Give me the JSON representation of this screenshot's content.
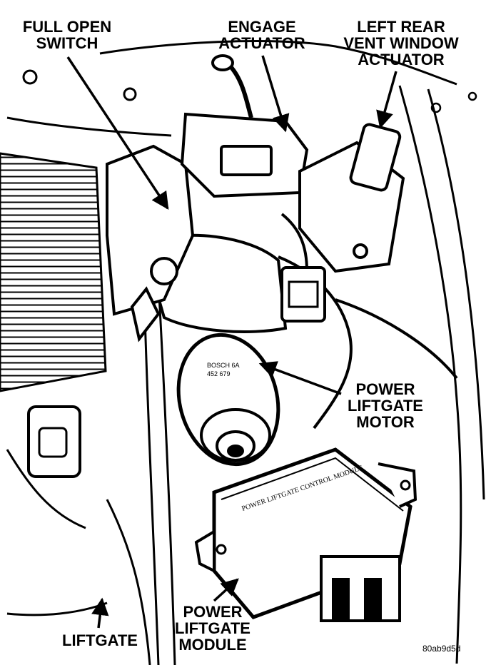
{
  "callouts": {
    "full_open_switch": [
      "FULL OPEN",
      "SWITCH"
    ],
    "engage_actuator": [
      "ENGAGE",
      "ACTUATOR"
    ],
    "left_rear_vent": [
      "LEFT REAR",
      "VENT WINDOW",
      "ACTUATOR"
    ],
    "power_liftgate_motor": [
      "POWER",
      "LIFTGATE",
      "MOTOR"
    ],
    "power_liftgate_module": [
      "POWER",
      "LIFTGATE",
      "MODULE"
    ],
    "liftgate": [
      "LIFTGATE"
    ]
  },
  "module_label": "POWER LIFTGATE CONTROL MODULE",
  "motor_label": [
    "BOSCH 6A",
    "452 679"
  ],
  "figure_id": "80ab9d5d"
}
